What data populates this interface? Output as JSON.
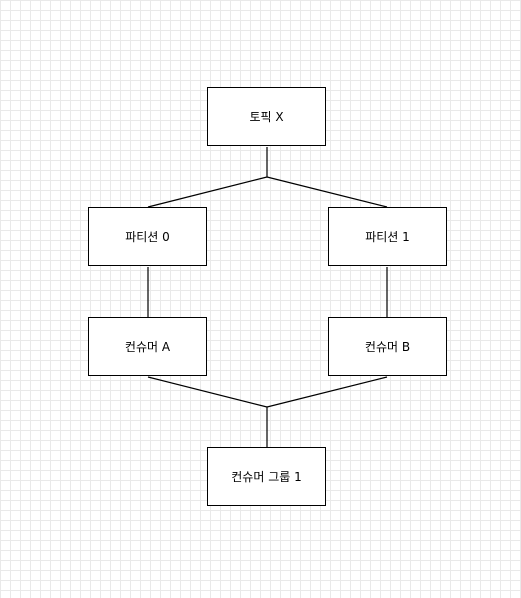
{
  "diagram": {
    "nodes": {
      "topic": "토픽 X",
      "partition0": "파티션 0",
      "partition1": "파티션 1",
      "consumerA": "컨슈머 A",
      "consumerB": "컨슈머 B",
      "consumerGroup": "컨슈머 그룹 1"
    },
    "edges": [
      [
        "topic",
        "partition0"
      ],
      [
        "topic",
        "partition1"
      ],
      [
        "partition0",
        "consumerA"
      ],
      [
        "partition1",
        "consumerB"
      ],
      [
        "consumerA",
        "consumerGroup"
      ],
      [
        "consumerB",
        "consumerGroup"
      ]
    ],
    "colors": {
      "stroke": "#000000",
      "fill": "#ffffff",
      "grid": "#e9e9e9"
    }
  }
}
